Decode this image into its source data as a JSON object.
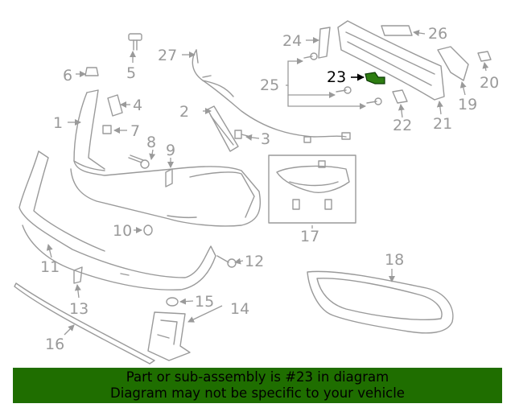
{
  "accent_color": "#1f6e00",
  "highlight_color": "#2e7d12",
  "callouts": {
    "c1": "1",
    "c2": "2",
    "c3": "3",
    "c4": "4",
    "c5": "5",
    "c6": "6",
    "c7": "7",
    "c8": "8",
    "c9": "9",
    "c10": "10",
    "c11": "11",
    "c12": "12",
    "c13": "13",
    "c14": "14",
    "c15": "15",
    "c16": "16",
    "c17": "17",
    "c18": "18",
    "c19": "19",
    "c20": "20",
    "c21": "21",
    "c22": "22",
    "c23": "23",
    "c24": "24",
    "c25": "25",
    "c26": "26",
    "c27": "27"
  },
  "highlighted_part": "23",
  "banner": {
    "line1": "Part or sub-assembly is #23 in diagram",
    "line2": "Diagram may not be specific to your vehicle"
  }
}
